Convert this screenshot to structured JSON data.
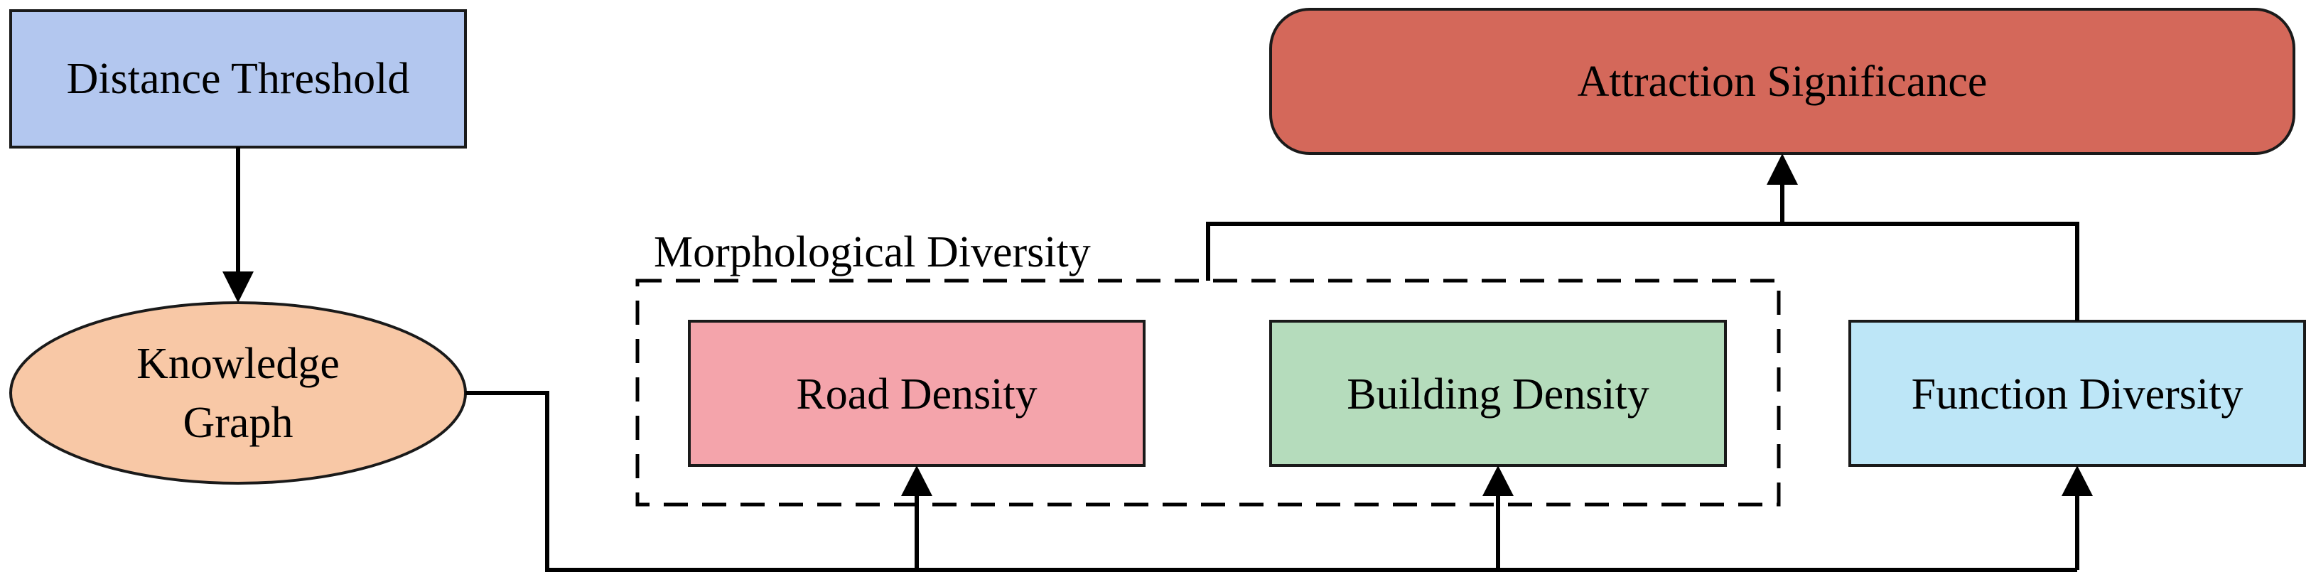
{
  "nodes": {
    "distance_threshold": {
      "label": "Distance Threshold",
      "color": "#b3c7ef"
    },
    "knowledge_graph": {
      "lines": [
        "Knowledge",
        "Graph"
      ],
      "color": "#f8c8a6"
    },
    "attraction_significance": {
      "label": "Attraction Significance",
      "color": "#d4685a"
    },
    "morphological_diversity": {
      "label": "Morphological Diversity"
    },
    "road_density": {
      "label": "Road Density",
      "color": "#f4a4ab"
    },
    "building_density": {
      "label": "Building Density",
      "color": "#b5dcbc"
    },
    "function_diversity": {
      "label": "Function Diversity",
      "color": "#bde6f7"
    }
  }
}
